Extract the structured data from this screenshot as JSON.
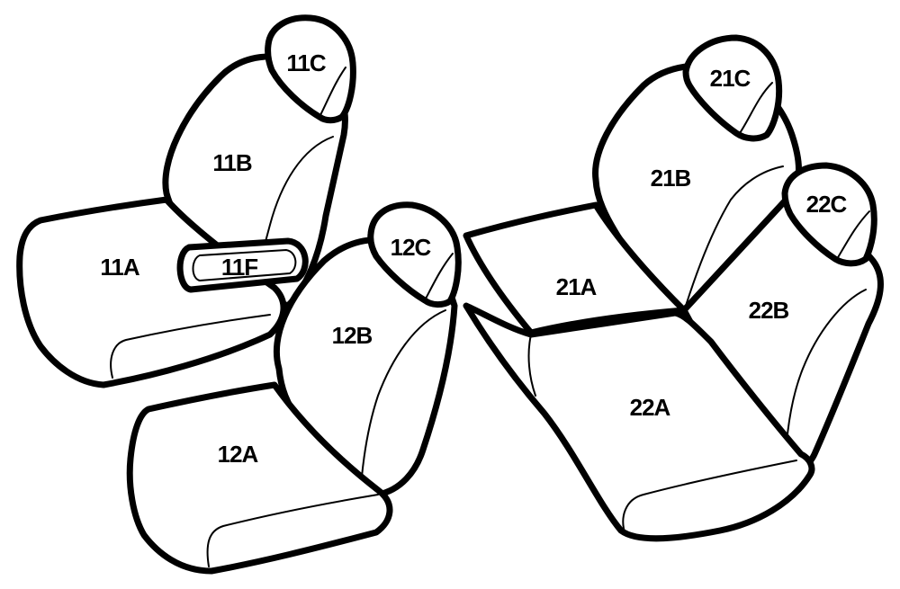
{
  "labels": {
    "s11a": "11A",
    "s11b": "11B",
    "s11c": "11C",
    "s11f": "11F",
    "s12a": "12A",
    "s12b": "12B",
    "s12c": "12C",
    "s21a": "21A",
    "s21b": "21B",
    "s21c": "21C",
    "s22a": "22A",
    "s22b": "22B",
    "s22c": "22C"
  },
  "colors": {
    "outline": "#000000",
    "fill": "#ffffff"
  }
}
